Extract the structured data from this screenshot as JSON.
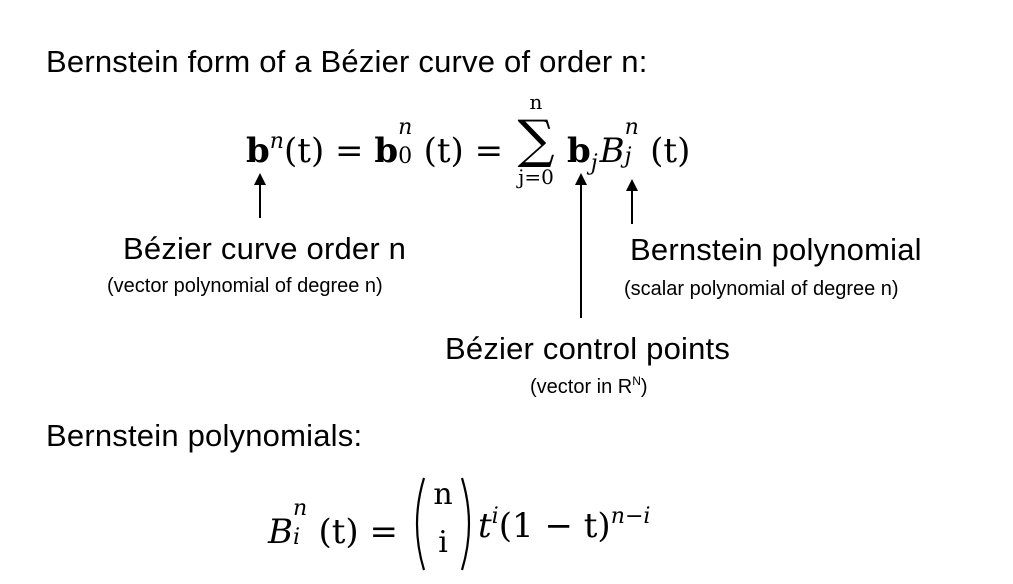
{
  "heading_bernstein_form": "Bernstein form of a Bézier curve of order n:",
  "labels": {
    "curve_order": "Bézier curve order n",
    "curve_order_note": "(vector polynomial of degree n)",
    "bernstein_poly": "Bernstein polynomial",
    "bernstein_poly_note": "(scalar polynomial of degree n)",
    "control_points": "Bézier control points",
    "control_points_note_prefix": "(vector in R",
    "control_points_note_sup": "N",
    "control_points_note_suffix": ")"
  },
  "heading_bernstein_polys": "Bernstein polynomials:",
  "equation1": {
    "b": "b",
    "n": "n",
    "t_open": "(t)",
    "eq": "=",
    "zero": "0",
    "sum_top": "n",
    "sum_symbol": "∑",
    "sum_bottom": "j=0",
    "j": "j",
    "B": "B"
  },
  "equation2": {
    "B": "B",
    "n": "n",
    "i": "i",
    "t_paren": "(t)",
    "eq": "=",
    "t": "t",
    "one_minus_t": "(1 − t)",
    "exp": "n−i"
  },
  "colors": {
    "text": "#000000",
    "background": "#ffffff"
  }
}
